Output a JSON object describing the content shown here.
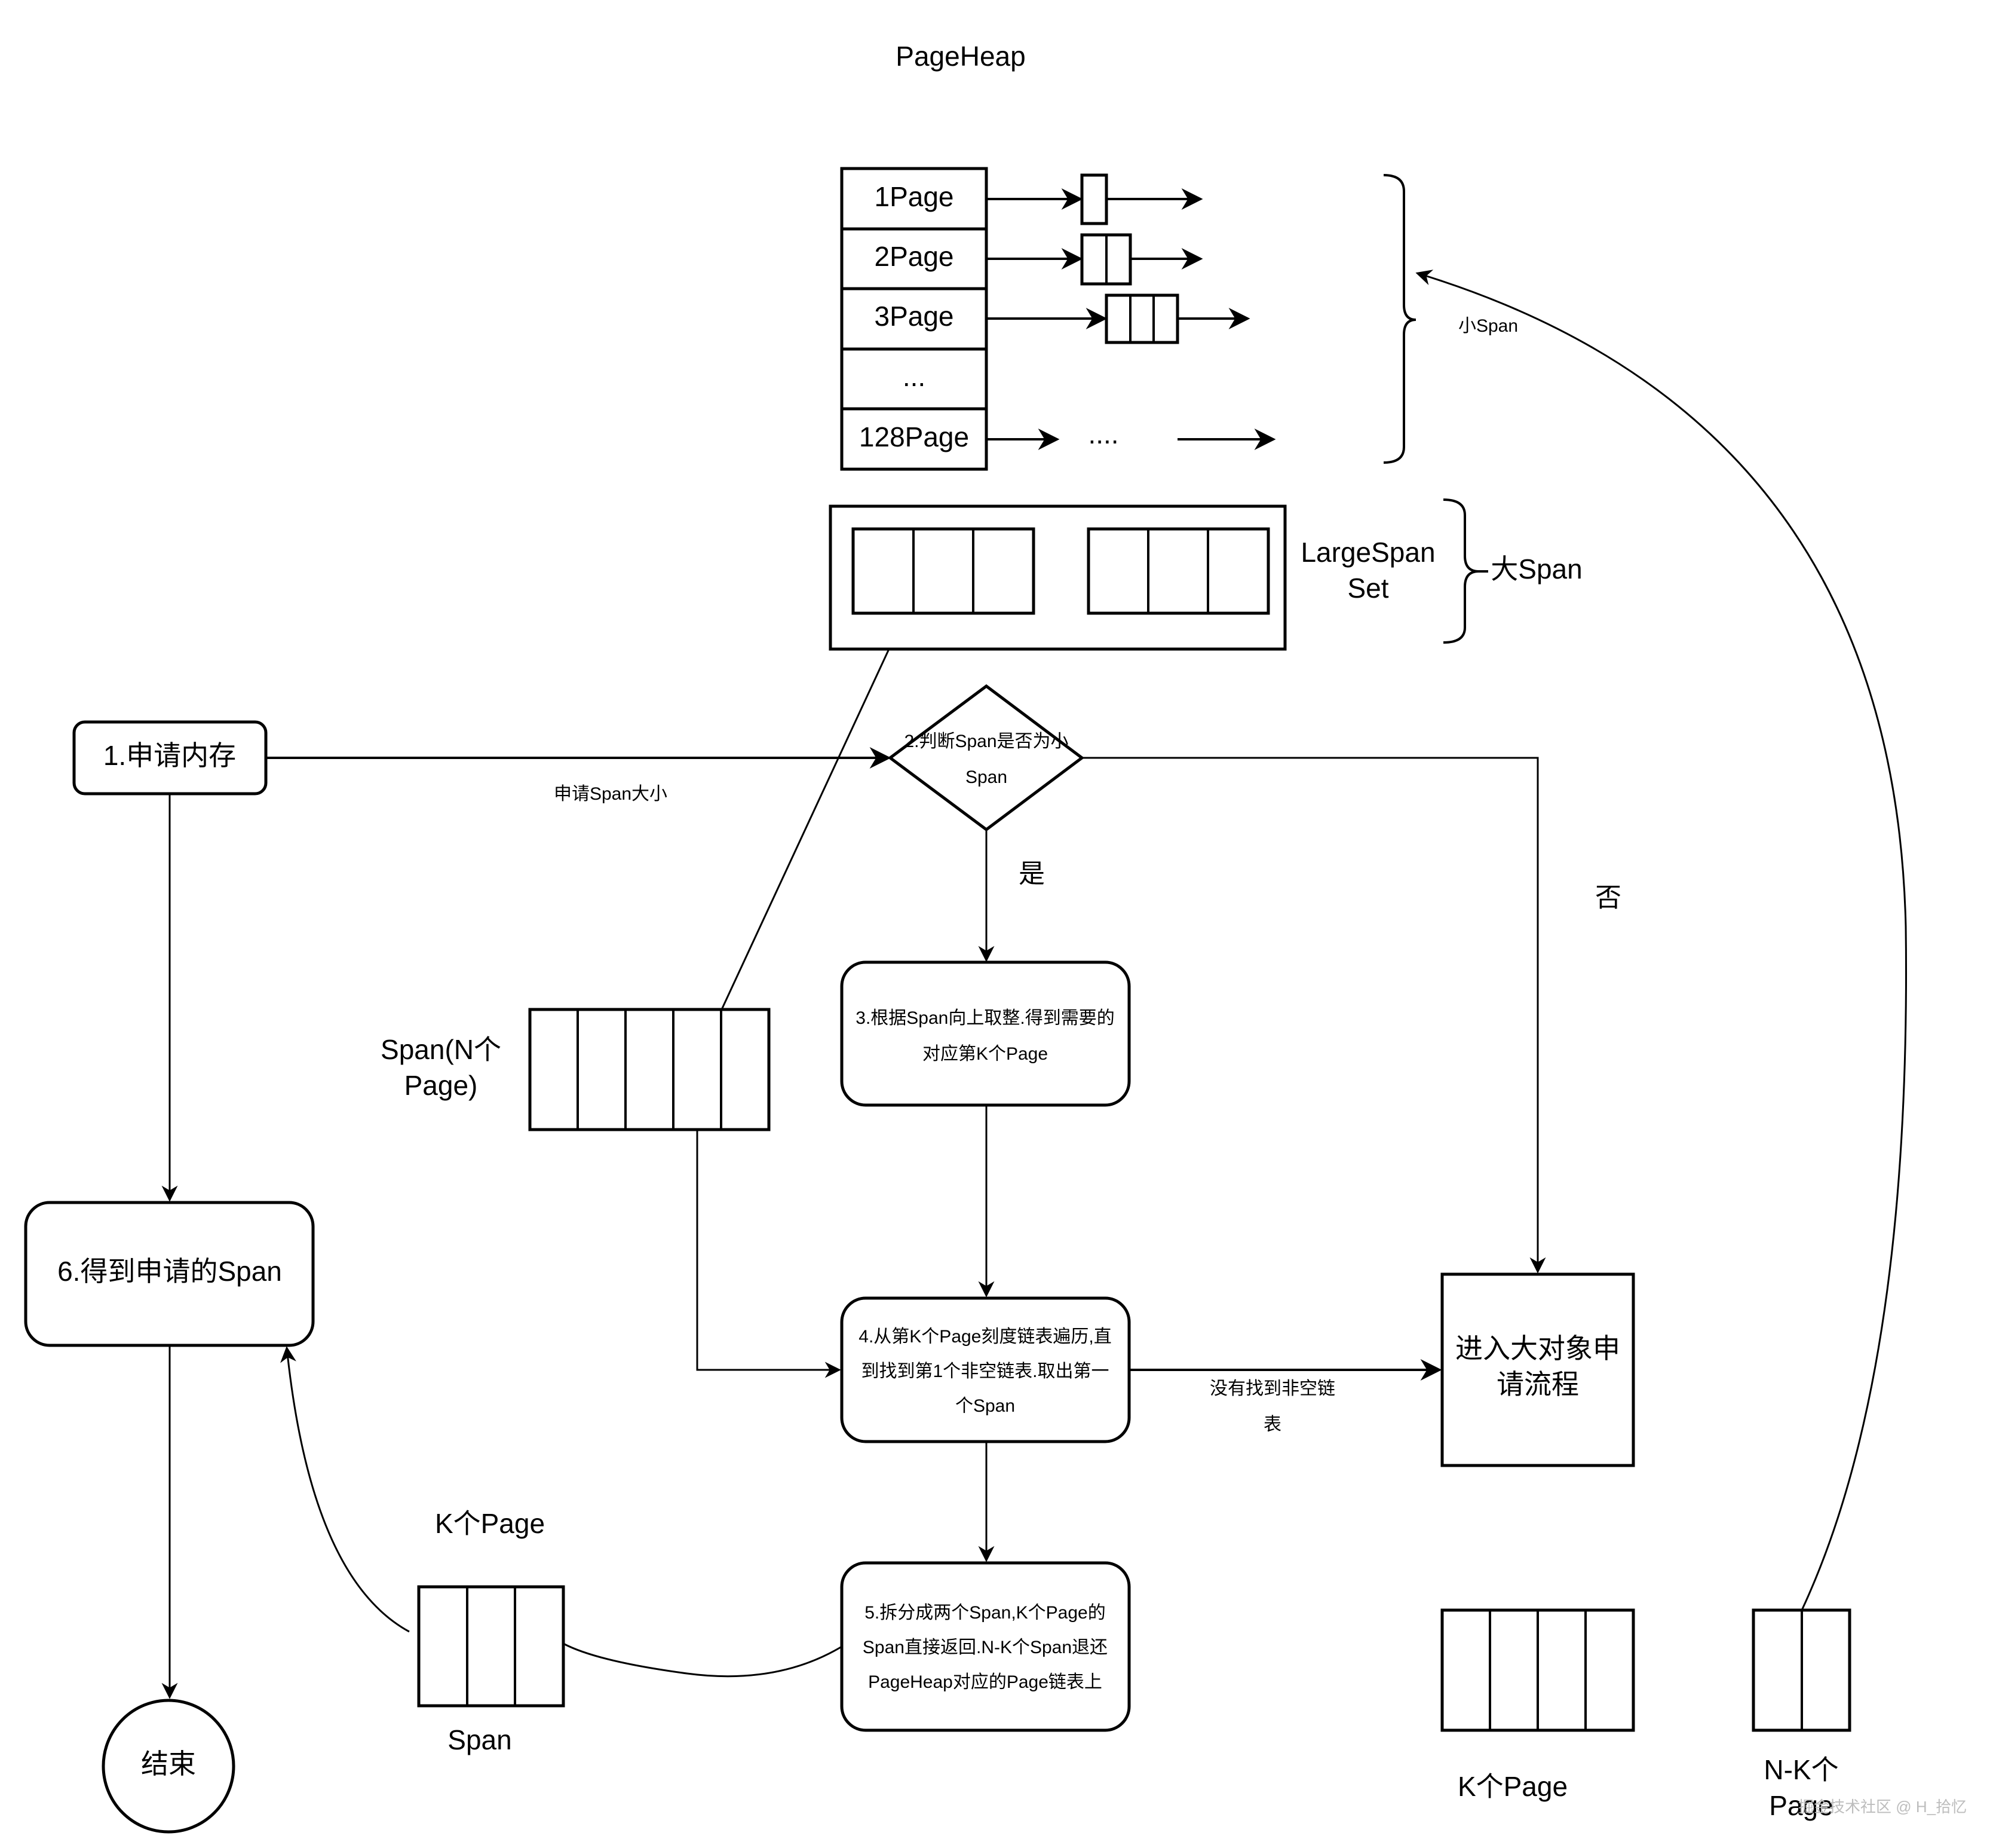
{
  "title": "PageHeap",
  "page_table": {
    "rows": [
      "1Page",
      "2Page",
      "3Page",
      "...",
      "128Page"
    ],
    "row_128_ellipsis": "....",
    "chain_cells": [
      1,
      2,
      3
    ]
  },
  "small_span_label": "小Span",
  "large_span_set": {
    "label_line1": "LargeSpan",
    "label_line2": "Set",
    "brace_label": "大Span"
  },
  "steps": {
    "step1": "1.申请内存",
    "step2_line1": "2.判断Span是否为小",
    "step2_line2": "Span",
    "step3_line1": "3.根据Span向上取整.得到需要的",
    "step3_line2": "对应第K个Page",
    "step4_line1": "4.从第K个Page刻度链表遍历,直",
    "step4_line2": "到找到第1个非空链表.取出第一",
    "step4_line3": "个Span",
    "step5_line1": "5.拆分成两个Span,K个Page的",
    "step5_line2": "Span直接返回.N-K个Span退还",
    "step5_line3": "PageHeap对应的Page链表上",
    "step6": "6.得到申请的Span",
    "end": "结束",
    "large_object_line1": "进入大对象申",
    "large_object_line2": "请流程"
  },
  "edge_labels": {
    "request_size": "申请Span大小",
    "yes": "是",
    "no": "否",
    "not_found_line1": "没有找到非空链",
    "not_found_line2": "表"
  },
  "span_n": {
    "label_line1": "Span(N个",
    "label_line2": "Page)",
    "cells": 5
  },
  "span_k": {
    "top_label": "K个Page",
    "bottom_label": "Span",
    "cells": 3
  },
  "split_result": {
    "k_label": "K个Page",
    "k_cells": 4,
    "nk_label_line1": "N-K个",
    "nk_label_line2": "Page",
    "nk_cells": 2
  },
  "watermark": "掘金技术社区 @ H_拾忆"
}
